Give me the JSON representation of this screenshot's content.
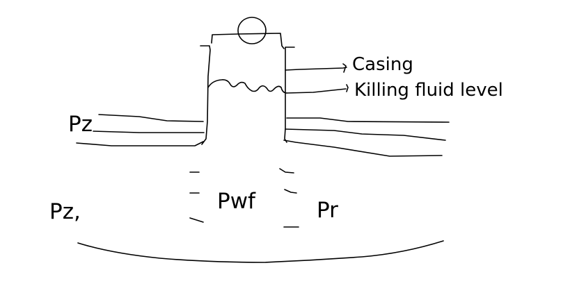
{
  "diagram": {
    "title": "Well killing schematic",
    "stroke_color": "#000000",
    "background_color": "#ffffff",
    "labels": {
      "casing": "Casing",
      "killing_fluid_level": "Killing fluid level",
      "pz_upper": "Pz",
      "pz_lower": "Pz,",
      "pwf": "Pwf",
      "pr": "Pr"
    },
    "components": [
      "wellhead-valve",
      "casing-left-wall",
      "casing-right-wall",
      "killing-fluid-surface",
      "formation-layers-left",
      "formation-layers-right",
      "perforations",
      "reservoir-boundary"
    ]
  }
}
